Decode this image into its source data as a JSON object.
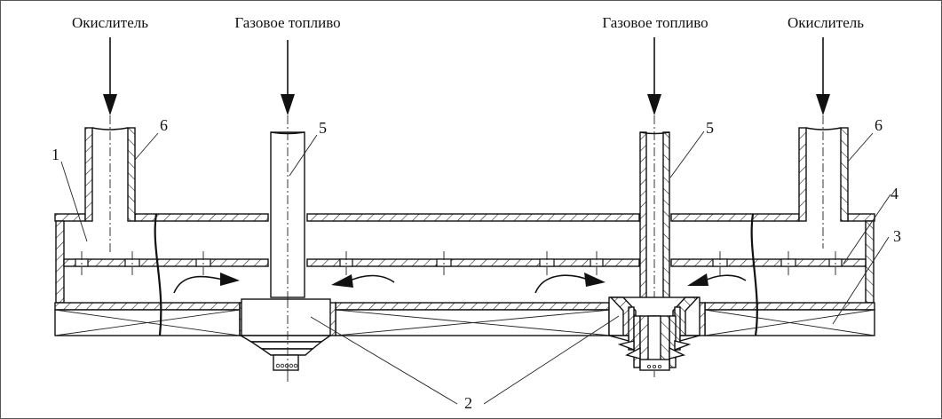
{
  "diagram": {
    "type": "technical-cross-section",
    "flow_labels": {
      "oxidizer_left": "Окислитель",
      "fuel_left": "Газовое топливо",
      "fuel_right": "Газовое топливо",
      "oxidizer_right": "Окислитель"
    },
    "callouts": {
      "c1": "1",
      "c2": "2",
      "c3": "3",
      "c4": "4",
      "c5_left": "5",
      "c5_right": "5",
      "c6_left": "6",
      "c6_right": "6"
    },
    "parts": [
      {
        "id": "1",
        "description": "oxidizer plenum / chamber"
      },
      {
        "id": "2",
        "description": "burner nozzle heads"
      },
      {
        "id": "3",
        "description": "lower insulated section"
      },
      {
        "id": "4",
        "description": "perforated distribution plate"
      },
      {
        "id": "5",
        "description": "gas fuel supply pipe"
      },
      {
        "id": "6",
        "description": "oxidizer supply pipe"
      }
    ]
  }
}
